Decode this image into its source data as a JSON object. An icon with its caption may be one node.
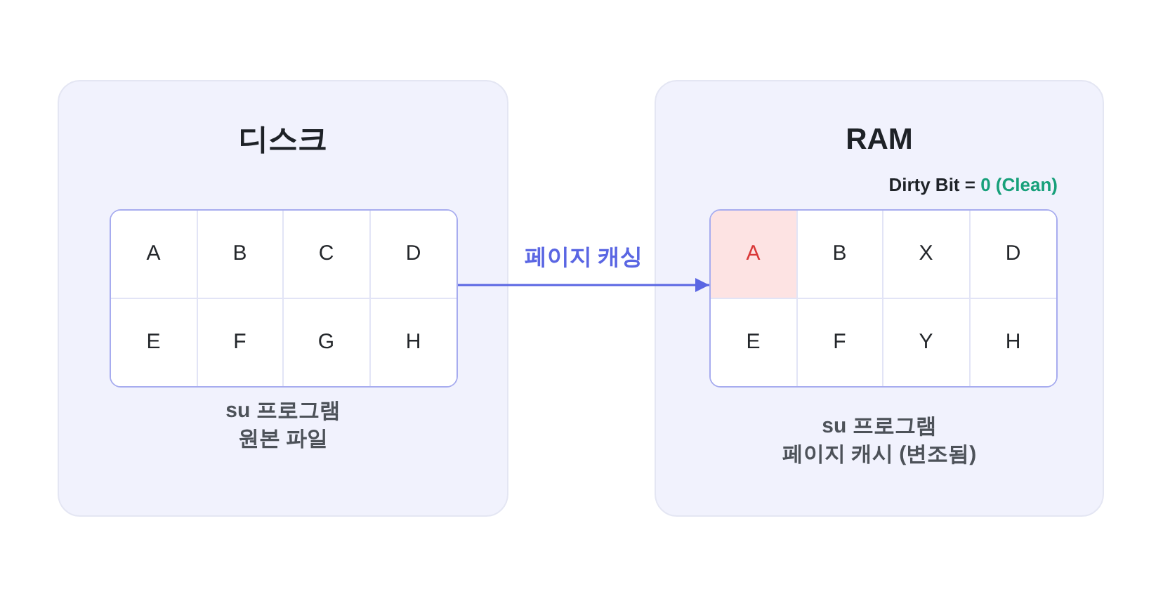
{
  "diagram": {
    "nodes": [
      {
        "text": [
          "디스크",
          "su 프로그램 원본 파일"
        ]
      },
      {
        "text": [],
        "shape": "box",
        "in": 0
      },
      {
        "text": [
          "A"
        ],
        "in": 1
      },
      {
        "text": [
          "B"
        ],
        "in": 1
      },
      {
        "text": [
          "C"
        ],
        "in": 1
      },
      {
        "text": [
          "D"
        ],
        "in": 1
      },
      {
        "text": [
          "E"
        ],
        "in": 1
      },
      {
        "text": [
          "F"
        ],
        "in": 1
      },
      {
        "text": [
          "G"
        ],
        "in": 1
      },
      {
        "text": [
          "H"
        ],
        "in": 1
      },
      {
        "text": [
          "RAM",
          "su 프로그램 페이지 캐시 (변조됨)"
        ]
      },
      {
        "text": [],
        "shape": "box",
        "in": 10,
        "beside": [
          "Dirty Bit =",
          "0 (Clean)"
        ]
      },
      {
        "text": [
          "A"
        ],
        "in": 11
      },
      {
        "text": [
          "B"
        ],
        "in": 11
      },
      {
        "text": [
          "X"
        ],
        "in": 11
      },
      {
        "text": [
          "D"
        ],
        "in": 11
      },
      {
        "text": [
          "E"
        ],
        "in": 11
      },
      {
        "text": [
          "F"
        ],
        "in": 11
      },
      {
        "text": [
          "Y"
        ],
        "in": 11
      },
      {
        "text": [
          "H"
        ],
        "in": 11
      }
    ],
    "edges": [
      {
        "from": 1,
        "to": 11,
        "arrow": "to",
        "label": "페이지 캐싱"
      }
    ]
  }
}
